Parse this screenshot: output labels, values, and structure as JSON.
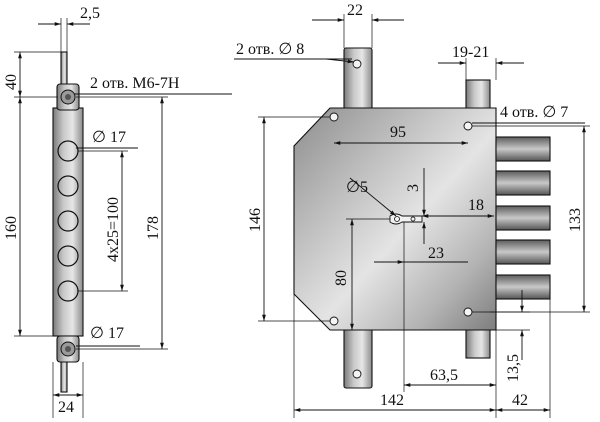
{
  "side_view": {
    "labels": {
      "plate_thickness": "2,5",
      "top_offset": "40",
      "holes_m6": "2 отв. М6-7Н",
      "hole_dia_top": "∅ 17",
      "pitch": "4х25=100",
      "height_160": "160",
      "height_178": "178",
      "hole_dia_bottom": "∅ 17",
      "body_width": "24"
    }
  },
  "front_view": {
    "labels": {
      "tab_width": "22",
      "holes_d8": "2 отв. ∅ 8",
      "bolt_span": "19-21",
      "holes_d7": "4 отв. ∅ 7",
      "hole_span_95": "95",
      "height_146": "146",
      "keyhole_dia": "∅5",
      "key_offset_3": "3",
      "key_offset_18": "18",
      "height_133": "133",
      "key_offset_23": "23",
      "height_80": "80",
      "backset": "63,5",
      "bolt_offset": "13,5",
      "width_142": "142",
      "bolt_throw": "42"
    }
  },
  "colors": {
    "metal_light": "#d9d9d9",
    "metal_mid": "#a6a6a6",
    "metal_dark": "#6b6b6b",
    "line": "#111111"
  }
}
